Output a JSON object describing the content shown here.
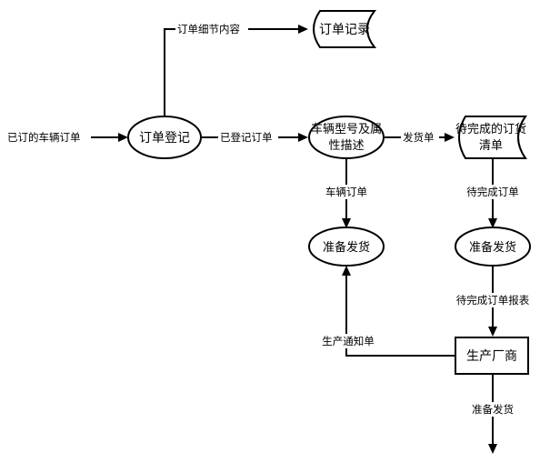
{
  "nodes": {
    "order_register": "订单登记",
    "order_record": "订单记录",
    "vehicle_attr_line1": "车辆型号及属",
    "vehicle_attr_line2": "性描述",
    "pending_list_line1": "待完成的订货",
    "pending_list_line2": "清单",
    "prepare_ship_left": "准备发货",
    "prepare_ship_right": "准备发货",
    "manufacturer": "生产厂商"
  },
  "edges": {
    "ordered_vehicle_orders": "已订的车辆订单",
    "order_details": "订单细节内容",
    "registered_orders": "已登记订单",
    "delivery_note": "发货单",
    "vehicle_orders": "车辆订单",
    "pending_orders": "待完成订单",
    "pending_order_report": "待完成订单报表",
    "production_notice": "生产通知单",
    "prepare_ship_bottom": "准备发货"
  }
}
